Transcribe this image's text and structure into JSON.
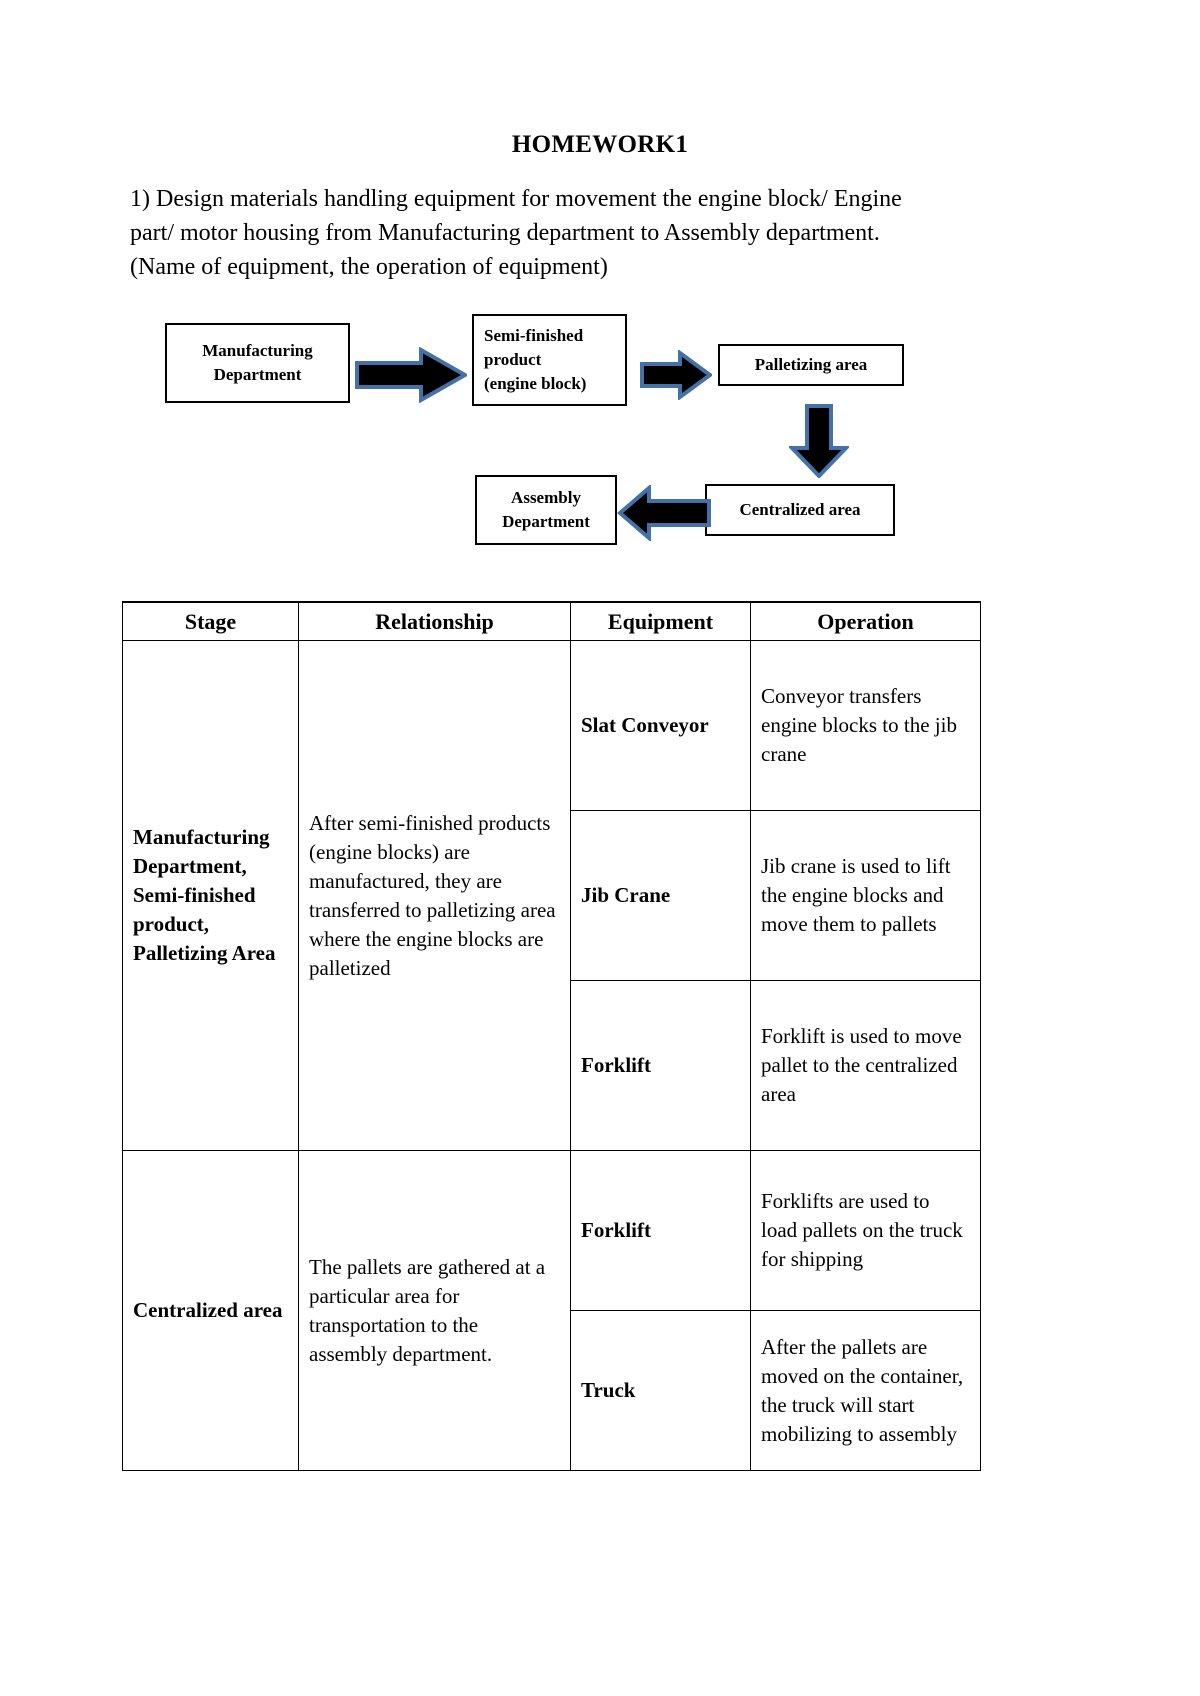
{
  "document": {
    "title": "HOMEWORK1",
    "intro_lines": [
      "1) Design materials handling equipment for movement the engine block/ Engine",
      "part/ motor housing from Manufacturing department to Assembly department.",
      "(Name of equipment, the operation of equipment)"
    ]
  },
  "diagram": {
    "boxes": {
      "manufacturing": "Manufacturing\nDepartment",
      "manufacturing_line1": "Manufacturing",
      "manufacturing_line2": "Department",
      "semifinished_line1": "Semi-finished",
      "semifinished_line2": "product",
      "semifinished_line3": "(engine block)",
      "palletizing": "Palletizing area",
      "centralized": "Centralized area",
      "assembly_line1": "Assembly",
      "assembly_line2": "Department"
    },
    "arrows": [
      {
        "name": "arrow-manufacturing-to-semifinished",
        "direction": "right"
      },
      {
        "name": "arrow-semifinished-to-palletizing",
        "direction": "right"
      },
      {
        "name": "arrow-palletizing-to-centralized",
        "direction": "down"
      },
      {
        "name": "arrow-centralized-to-assembly",
        "direction": "left"
      }
    ],
    "colors": {
      "arrow_fill": "#000000",
      "arrow_outline": "#4472a8",
      "box_border": "#000000"
    }
  },
  "table": {
    "headers": [
      "Stage",
      "Relationship",
      "Equipment",
      "Operation"
    ],
    "groups": [
      {
        "stage": "Manufacturing Department, Semi-finished product, Palletizing Area",
        "relationship": "After semi-finished products (engine blocks) are manufactured, they are transferred to palletizing area where the engine blocks are palletized",
        "rows": [
          {
            "equipment": "Slat Conveyor",
            "operation": "Conveyor transfers engine blocks to the jib crane"
          },
          {
            "equipment": "Jib Crane",
            "operation": "Jib crane is used to lift the engine blocks and move them to pallets"
          },
          {
            "equipment": "Forklift",
            "operation": "Forklift is used to move pallet to the centralized area"
          }
        ]
      },
      {
        "stage": "Centralized area",
        "relationship": "The pallets are gathered at a particular area for transportation to the assembly department.",
        "rows": [
          {
            "equipment": "Forklift",
            "operation": "Forklifts are used to load pallets on the truck for shipping"
          },
          {
            "equipment": "Truck",
            "operation": "After the pallets are moved on the container, the truck will start mobilizing to assembly"
          }
        ]
      }
    ]
  }
}
